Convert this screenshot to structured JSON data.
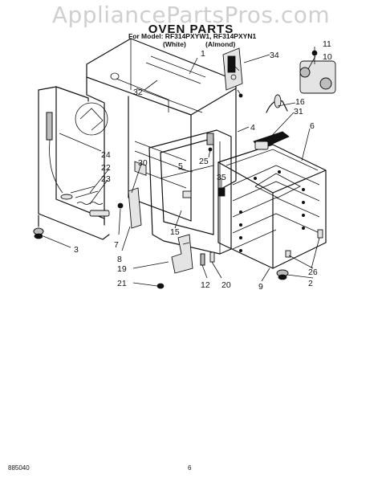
{
  "header": {
    "watermark": "AppliancePartsPros.com",
    "title": "OVEN PARTS",
    "model_line": "For Model: RF314PXYW1, RF314PXYN1",
    "color_white": "(White)",
    "color_almond": "(Almond)"
  },
  "callouts": [
    "1",
    "2",
    "3",
    "4",
    "5",
    "6",
    "7",
    "8",
    "9",
    "10",
    "11",
    "12",
    "15",
    "16",
    "19",
    "20",
    "21",
    "22",
    "23",
    "24",
    "25",
    "26",
    "30",
    "31",
    "32",
    "34",
    "35"
  ],
  "footer": {
    "doc_number": "885040",
    "page_number": "6"
  }
}
